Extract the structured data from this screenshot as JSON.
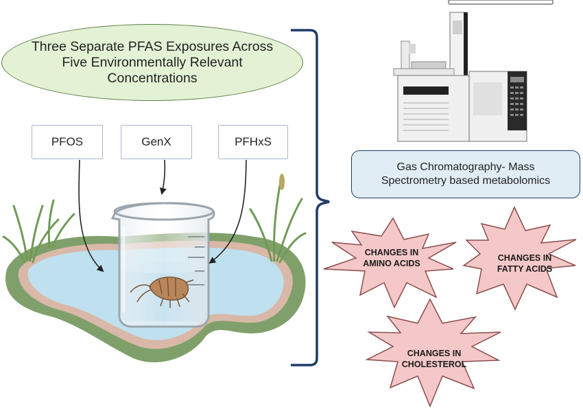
{
  "title": "Three Separate PFAS Exposures Across Five Environmentally Relevant Concentrations",
  "exposures": [
    {
      "label": "PFOS"
    },
    {
      "label": "GenX"
    },
    {
      "label": "PFHxS"
    }
  ],
  "method": "Gas Chromatography- Mass Spectrometry based metabolomics",
  "outcomes": [
    {
      "line1": "CHANGES IN",
      "line2": "AMINO ACIDS"
    },
    {
      "line1": "CHANGES IN",
      "line2": "FATTY ACIDS"
    },
    {
      "line1": "CHANGES IN",
      "line2": "CHOLESTEROL"
    }
  ],
  "colors": {
    "title_fill": "#e3f2d5",
    "pond_water": "#bfe0ee",
    "grass": "#7d9f68",
    "bracket": "#1f3b68",
    "star_fill": "#f4c8c8",
    "gc_box_fill": "#e1edf5"
  },
  "icons": [
    "beaker-icon",
    "amphipod-icon",
    "pond-icon",
    "grass-icon",
    "gc-ms-instrument-icon"
  ]
}
